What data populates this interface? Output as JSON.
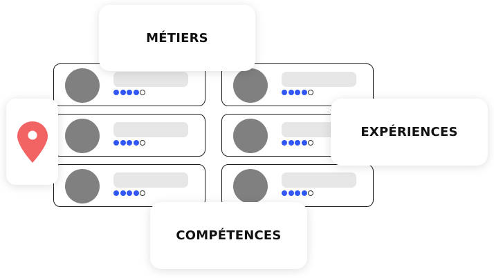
{
  "labels": {
    "metiers": "MÉTIERS",
    "experiences": "EXPÉRIENCES",
    "competences": "COMPÉTENCES"
  },
  "location": {
    "icon": "map-pin-icon",
    "color": "#f26464"
  },
  "profiles": [
    {
      "rating": 4,
      "max": 5
    },
    {
      "rating": 4,
      "max": 5
    },
    {
      "rating": 4,
      "max": 5
    },
    {
      "rating": 4,
      "max": 5
    },
    {
      "rating": 4,
      "max": 5
    },
    {
      "rating": 4,
      "max": 5
    }
  ],
  "colors": {
    "rating_on": "#3056f5",
    "avatar": "#808080",
    "placeholder": "#e6e6e6"
  }
}
